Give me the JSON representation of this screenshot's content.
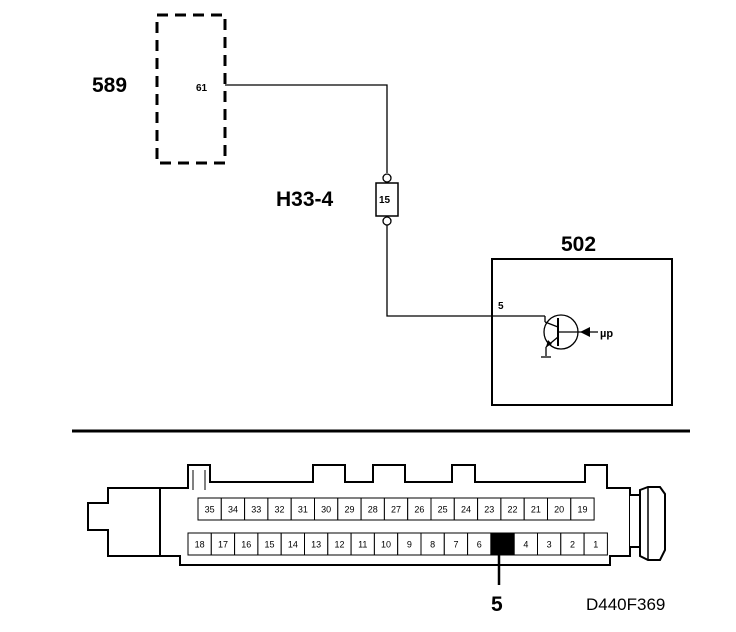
{
  "diagram": {
    "component_589": {
      "label": "589",
      "pin": "61"
    },
    "connector_h33": {
      "label": "H33-4",
      "pin": "15"
    },
    "component_502": {
      "label": "502",
      "pin": "5",
      "signal": "µp"
    },
    "ecu_connector": {
      "top_row": [
        "35",
        "34",
        "33",
        "32",
        "31",
        "30",
        "29",
        "28",
        "27",
        "26",
        "25",
        "24",
        "23",
        "22",
        "21",
        "20",
        "19"
      ],
      "bottom_row": [
        "18",
        "17",
        "16",
        "15",
        "14",
        "13",
        "12",
        "11",
        "10",
        "9",
        "8",
        "7",
        "6",
        "5",
        "4",
        "3",
        "2",
        "1"
      ],
      "highlighted_pin": "5",
      "pin_callout": "5"
    },
    "figure_code": "D440F369"
  }
}
